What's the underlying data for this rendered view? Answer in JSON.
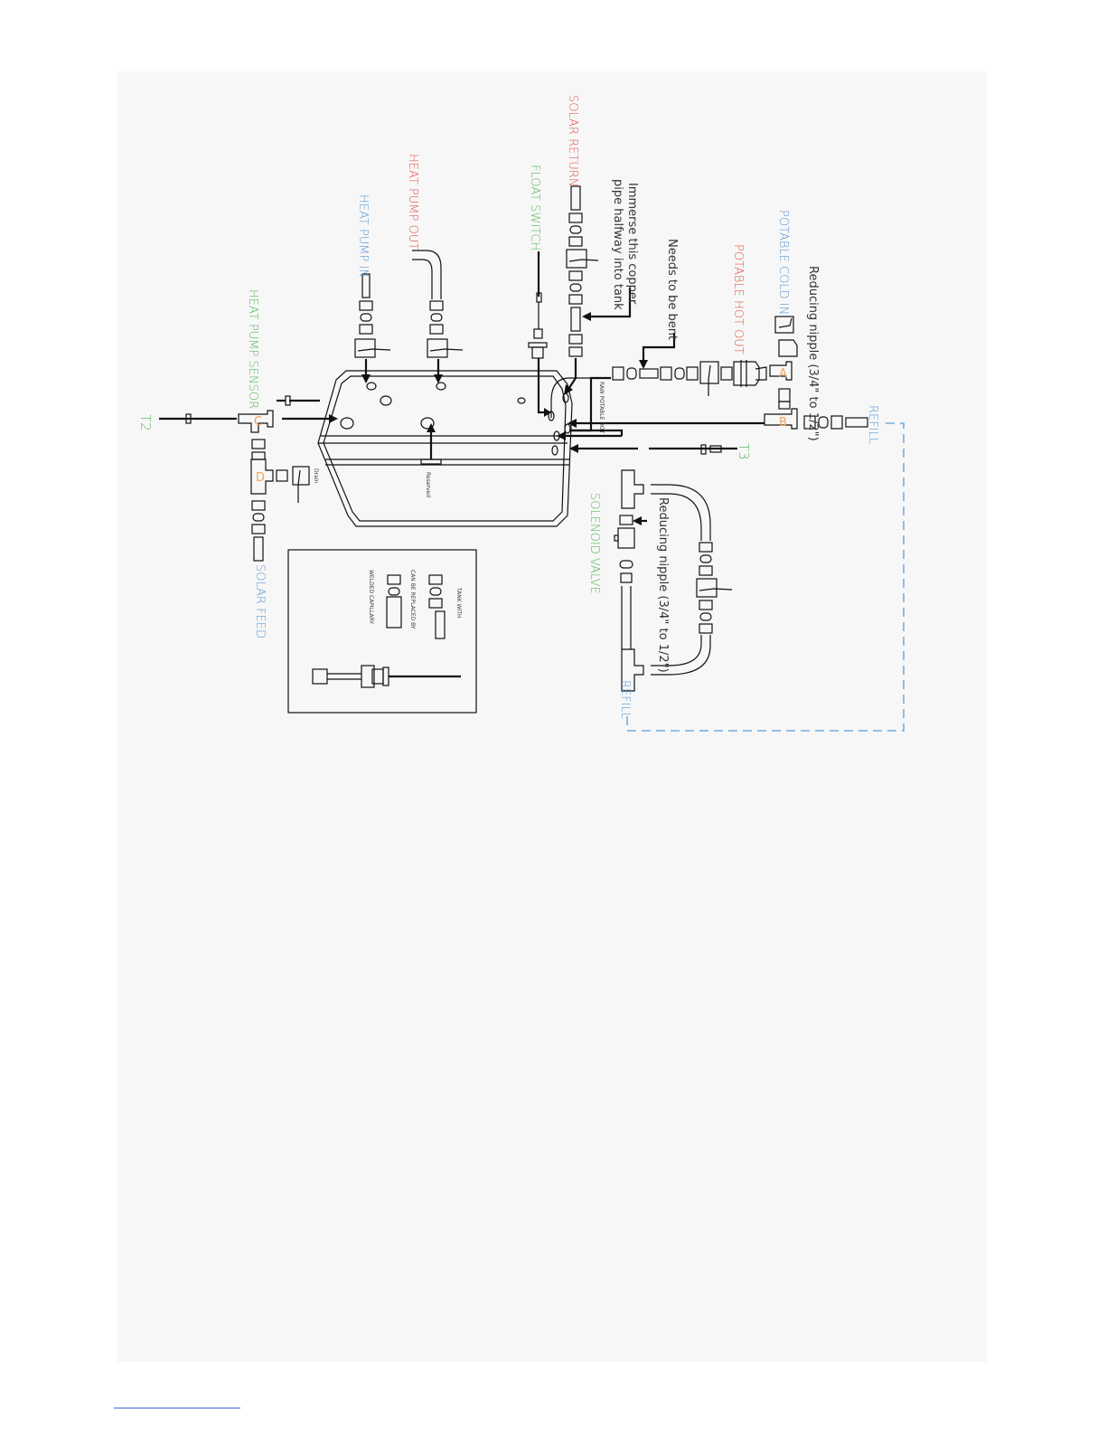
{
  "colors": {
    "red": "#e8594f",
    "blue": "#5b9bd5",
    "green": "#5cb85c",
    "orange": "#f0a35e",
    "line": "#111111",
    "panel": "#f7f7f7",
    "dash": "#5b9bd5"
  },
  "labels": {
    "solar_return": "SOLAR RETURN",
    "float_switch": "FLOAT SWITCH",
    "heat_pump_out": "HEAT PUMP OUT",
    "heat_pump_in": "HEAT PUMP IN",
    "heat_pump_sensor": "HEAT PUMP SENSOR",
    "t2": "T2",
    "t3": "T3",
    "potable_cold_in": "POTABLE COLD IN",
    "potable_hot_out": "POTABLE HOT OUT",
    "refill_top": "REFILL",
    "refill_bottom": "REFILL",
    "solenoid_valve": "SOLENOID VALVE",
    "solar_feed": "SOLAR FEED",
    "raw_potable_hot": "RAW POTABLE HOT"
  },
  "notes": {
    "immerse_line1": "Immerse this copper",
    "immerse_line2": "pipe halfway into tank",
    "needs_bent": "Needs to be bent",
    "reducing_nipple_top": "Reducing nipple (3/4\" to 1/2\")",
    "reducing_nipple_bottom": "Reducing nipple (3/4\" to 1/2\")",
    "reserved": "Reserved",
    "drain": "Drain"
  },
  "junctions": {
    "a": "A",
    "b": "B",
    "c": "C",
    "d": "D"
  },
  "inset": {
    "line1": "TANK WITH",
    "line2": "CAN BE REPLACED BY",
    "line3": "WELDED CAPILLARY"
  }
}
